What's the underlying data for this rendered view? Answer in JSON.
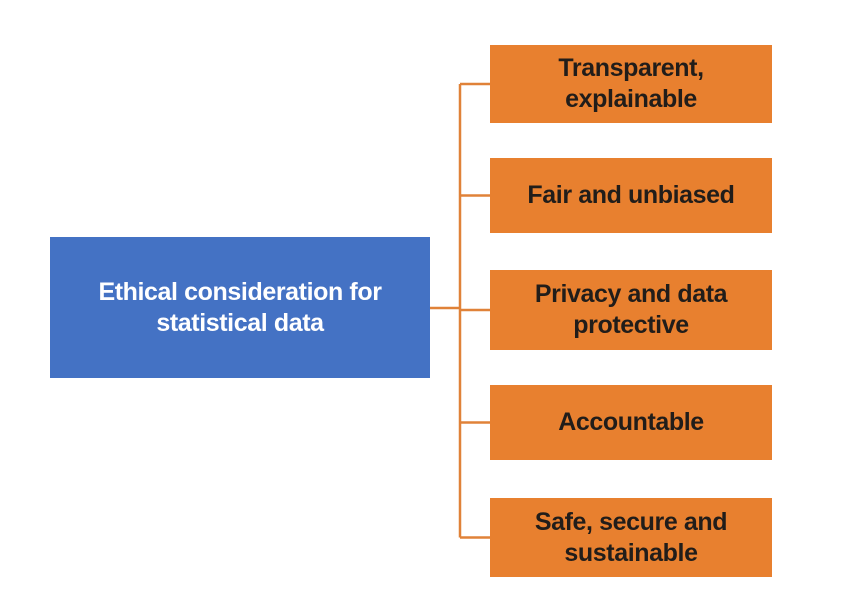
{
  "diagram": {
    "center_label": "Ethical consideration for\nstatistical data",
    "branches": [
      {
        "label": "Transparent,\nexplainable"
      },
      {
        "label": "Fair and unbiased"
      },
      {
        "label": "Privacy and data\nprotective"
      },
      {
        "label": "Accountable"
      },
      {
        "label": "Safe, secure and\nsustainable"
      }
    ]
  },
  "colors": {
    "background": "#FFFFFF",
    "center_fill": "#4472C4",
    "center_text": "#FFFFFF",
    "branch_fill": "#E8802F",
    "branch_text": "#211D1A",
    "connector": "#E08238"
  }
}
